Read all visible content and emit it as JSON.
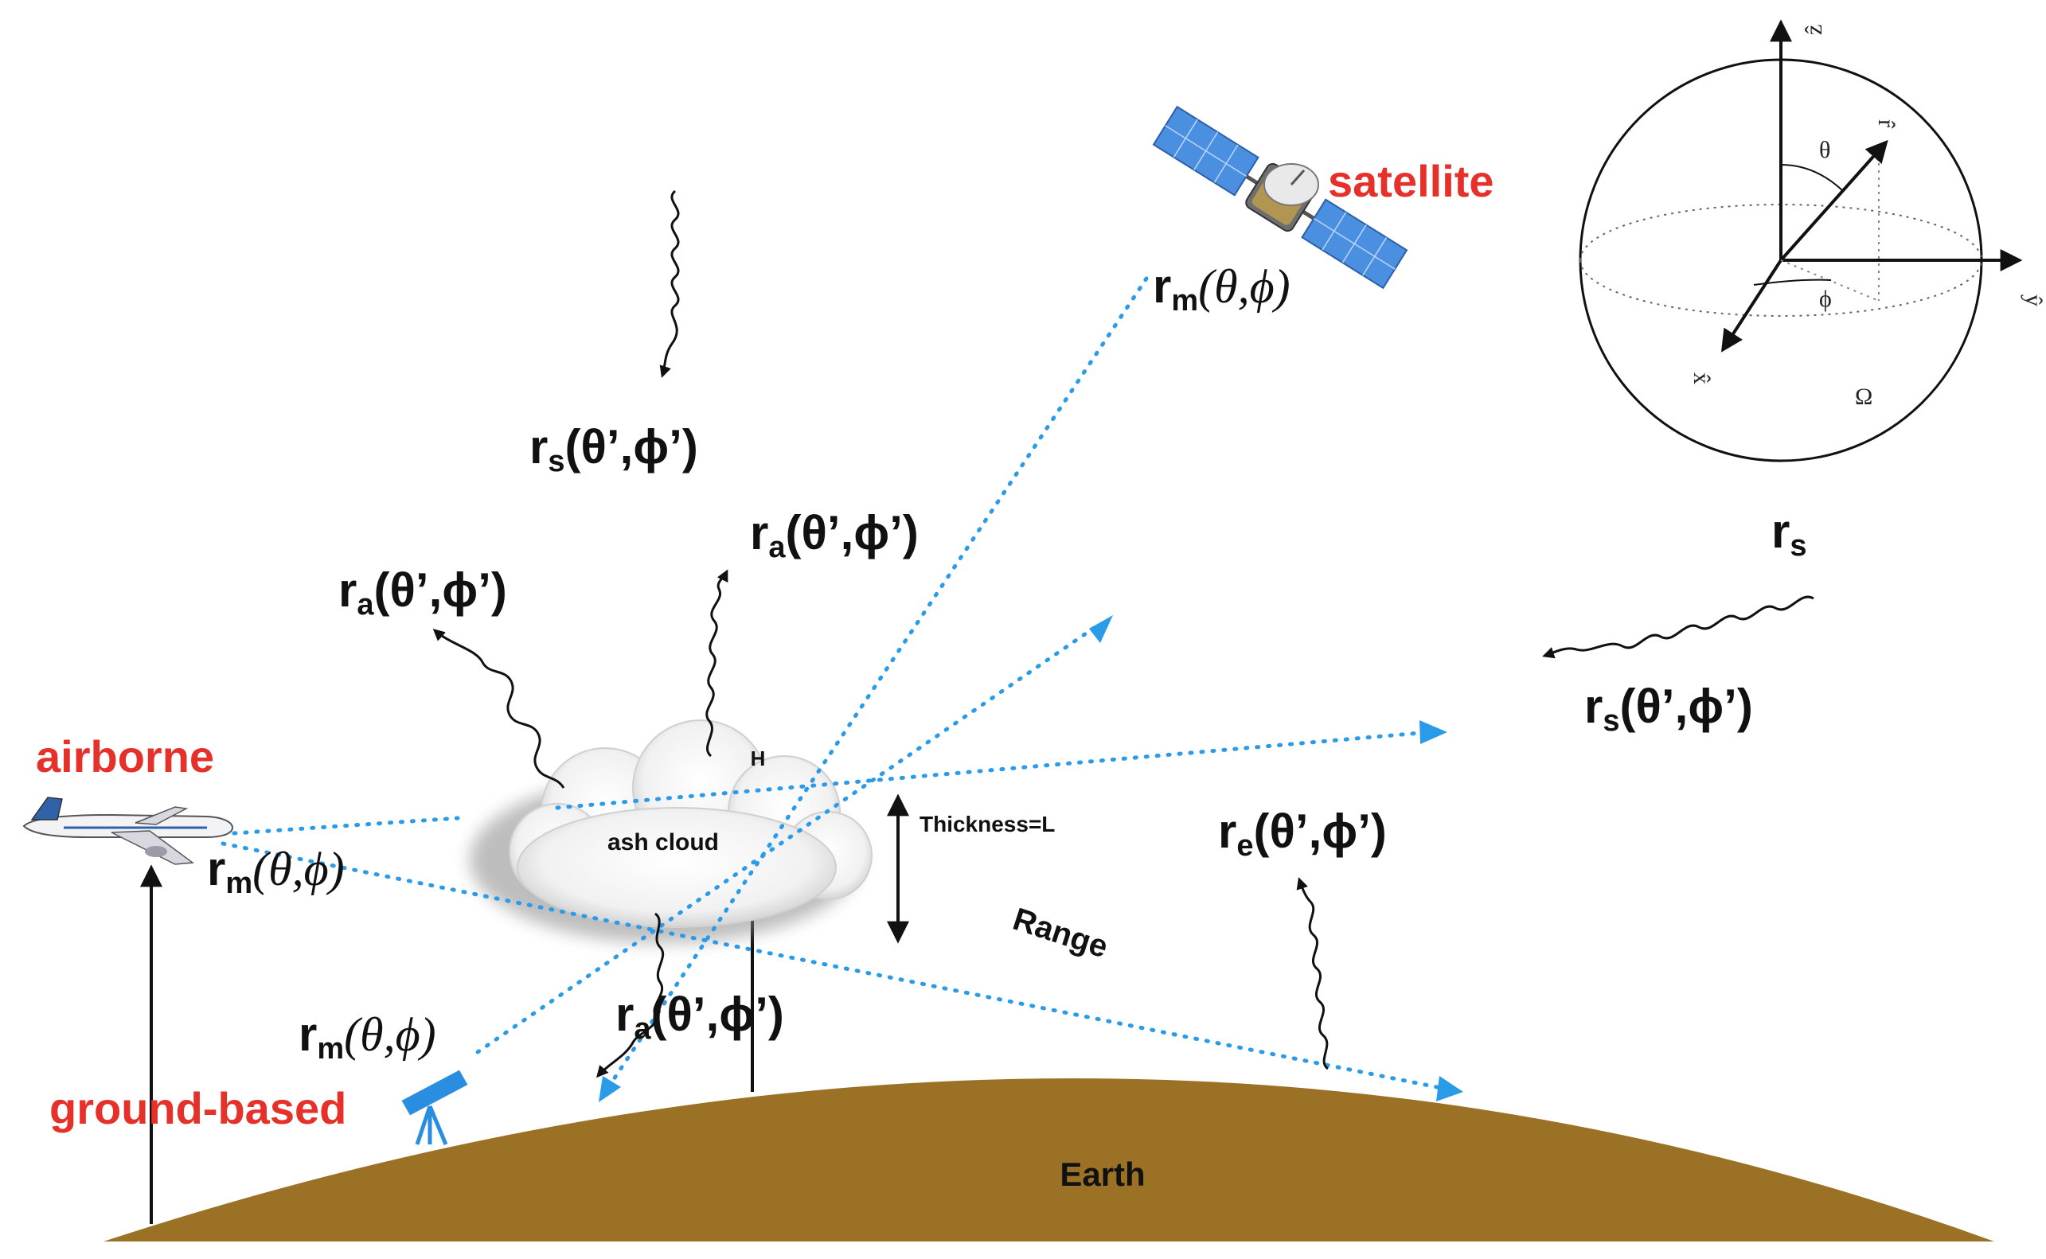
{
  "colors": {
    "earth": "#9b7126",
    "label_red": "#e6302a",
    "ray_blue": "#2a9be8",
    "ink": "#111111"
  },
  "platforms": {
    "satellite": "satellite",
    "airborne": "airborne",
    "ground": "ground-based"
  },
  "labels": {
    "earth": "Earth",
    "cloud": "ash cloud",
    "thickness": "Thickness=L",
    "height": "H",
    "range": "Range"
  },
  "symbols": {
    "rm_sat": {
      "main": "r",
      "sub": "m",
      "args": "(θ,ϕ)"
    },
    "rm_air": {
      "main": "r",
      "sub": "m",
      "args": "(θ,ϕ)"
    },
    "rm_ground": {
      "main": "r",
      "sub": "m",
      "args": "(θ,ϕ)"
    },
    "rs_top": {
      "main": "r",
      "sub": "s",
      "args": "(θ’,ϕ’)"
    },
    "rs_right": {
      "main": "r",
      "sub": "s",
      "args": "(θ’,ϕ’)"
    },
    "rs_plain": {
      "main": "r",
      "sub": "s"
    },
    "ra_left": {
      "main": "r",
      "sub": "a",
      "args": "(θ’,ϕ’)"
    },
    "ra_mid": {
      "main": "r",
      "sub": "a",
      "args": "(θ’,ϕ’)"
    },
    "ra_low": {
      "main": "r",
      "sub": "a",
      "args": "(θ’,ϕ’)"
    },
    "re": {
      "main": "r",
      "sub": "e",
      "args": "(θ’,ϕ’)"
    }
  },
  "sphere": {
    "axis_z": "ẑ",
    "axis_y": "ŷ",
    "axis_x": "x̂",
    "axis_r": "r̂",
    "theta": "θ",
    "phi": "ϕ",
    "omega": "Ω"
  },
  "icons": [
    "satellite-icon",
    "airplane-icon",
    "telescope-icon",
    "ash-cloud-icon"
  ]
}
